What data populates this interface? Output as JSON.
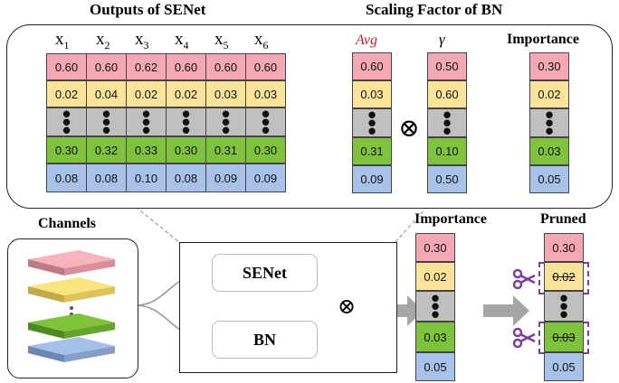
{
  "titles": {
    "senet_outputs": "Outputs of SENet",
    "bn_scaling": "Scaling Factor of BN",
    "importance": "Importance",
    "channels": "Channels",
    "importance_lower": "Importance",
    "pruned": "Pruned"
  },
  "senet_matrix": {
    "columns": [
      "x1",
      "x2",
      "x3",
      "x4",
      "x5",
      "x6"
    ],
    "rows": [
      [
        "0.60",
        "0.60",
        "0.62",
        "0.60",
        "0.60",
        "0.60"
      ],
      [
        "0.02",
        "0.04",
        "0.02",
        "0.02",
        "0.03",
        "0.03"
      ],
      [
        "0.30",
        "0.32",
        "0.33",
        "0.30",
        "0.31",
        "0.30"
      ],
      [
        "0.08",
        "0.08",
        "0.10",
        "0.08",
        "0.09",
        "0.09"
      ]
    ]
  },
  "avg_column": {
    "header": "Avg",
    "values": [
      "0.60",
      "0.03",
      "0.31",
      "0.09"
    ]
  },
  "gamma_column": {
    "header": "γ",
    "values": [
      "0.50",
      "0.60",
      "0.10",
      "0.50"
    ]
  },
  "importance_column": {
    "values": [
      "0.30",
      "0.02",
      "0.03",
      "0.05"
    ]
  },
  "pipeline": {
    "senet_label": "SENet",
    "bn_label": "BN",
    "multiply_symbol": "⊗"
  },
  "importance_lower_column": {
    "values": [
      "0.30",
      "0.02",
      "0.03",
      "0.05"
    ]
  },
  "pruned_column": {
    "values": [
      "0.30",
      "0.02",
      "0.03",
      "0.05"
    ]
  },
  "colors": {
    "row_pink": "#f4a8b4",
    "row_yellow": "#fbe39a",
    "row_gray": "#c0c0c0",
    "row_green": "#7ec23d",
    "row_blue": "#a9c2ea",
    "avg_red": "#c0202a",
    "prune_purple": "#7b3fa0",
    "arrow_gray": "#a6a6a6"
  },
  "icons": {
    "scissors": "scissors-icon",
    "multiply": "circled-times-icon"
  }
}
